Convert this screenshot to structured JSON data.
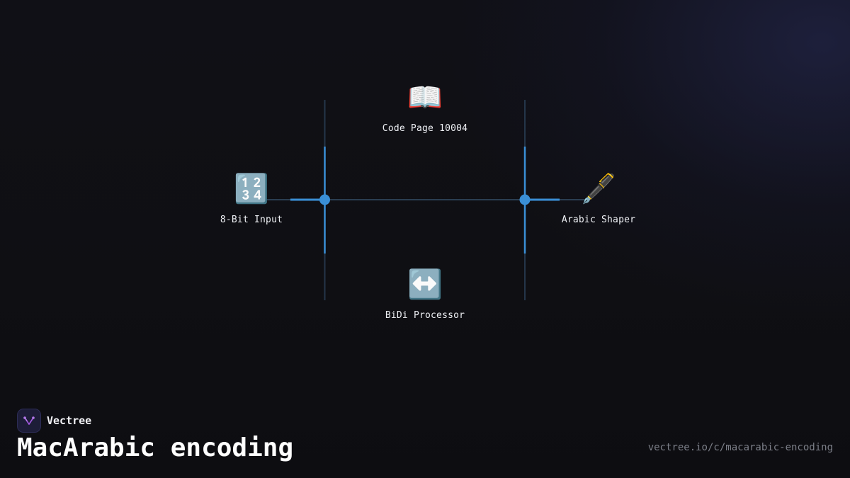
{
  "diagram": {
    "nodes": [
      {
        "id": "input",
        "label": "8-Bit Input",
        "icon": "input-numbers-icon",
        "glyph": "🔢"
      },
      {
        "id": "codepage",
        "label": "Code Page 10004",
        "icon": "open-book-icon",
        "glyph": "📖"
      },
      {
        "id": "bidi",
        "label": "BiDi Processor",
        "icon": "left-right-arrow-icon",
        "glyph": "↔️"
      },
      {
        "id": "shaper",
        "label": "Arabic Shaper",
        "icon": "fountain-pen-icon",
        "glyph": "🖋️"
      }
    ],
    "colors": {
      "accent": "#3a8fd6",
      "line_dim": "#2b3e52",
      "background": "#0f0f14"
    }
  },
  "brand": {
    "name": "Vectree",
    "logo_icon": "vectree-logo-icon",
    "logo_color": "#a259e0"
  },
  "page": {
    "title": "MacArabic encoding",
    "url": "vectree.io/c/macarabic-encoding"
  }
}
